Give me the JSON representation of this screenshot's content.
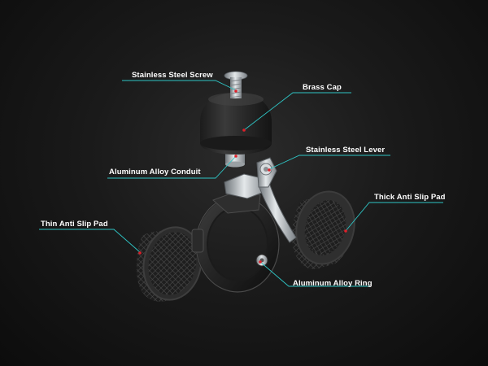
{
  "diagram": {
    "labels": {
      "stainless_steel_screw": "Stainless Steel Screw",
      "brass_cap": "Brass Cap",
      "aluminum_alloy_conduit": "Aluminum Alloy Conduit",
      "stainless_steel_lever": "Stainless Steel Lever",
      "thick_anti_slip_pad": "Thick Anti Slip Pad",
      "thin_anti_slip_pad": "Thin Anti Slip Pad",
      "aluminum_alloy_ring": "Aluminum Alloy Ring"
    },
    "colors": {
      "background": "#121212",
      "callout_line": "#2ec4c4",
      "marker_dot": "#e0202a",
      "label_text": "#ffffff"
    }
  }
}
